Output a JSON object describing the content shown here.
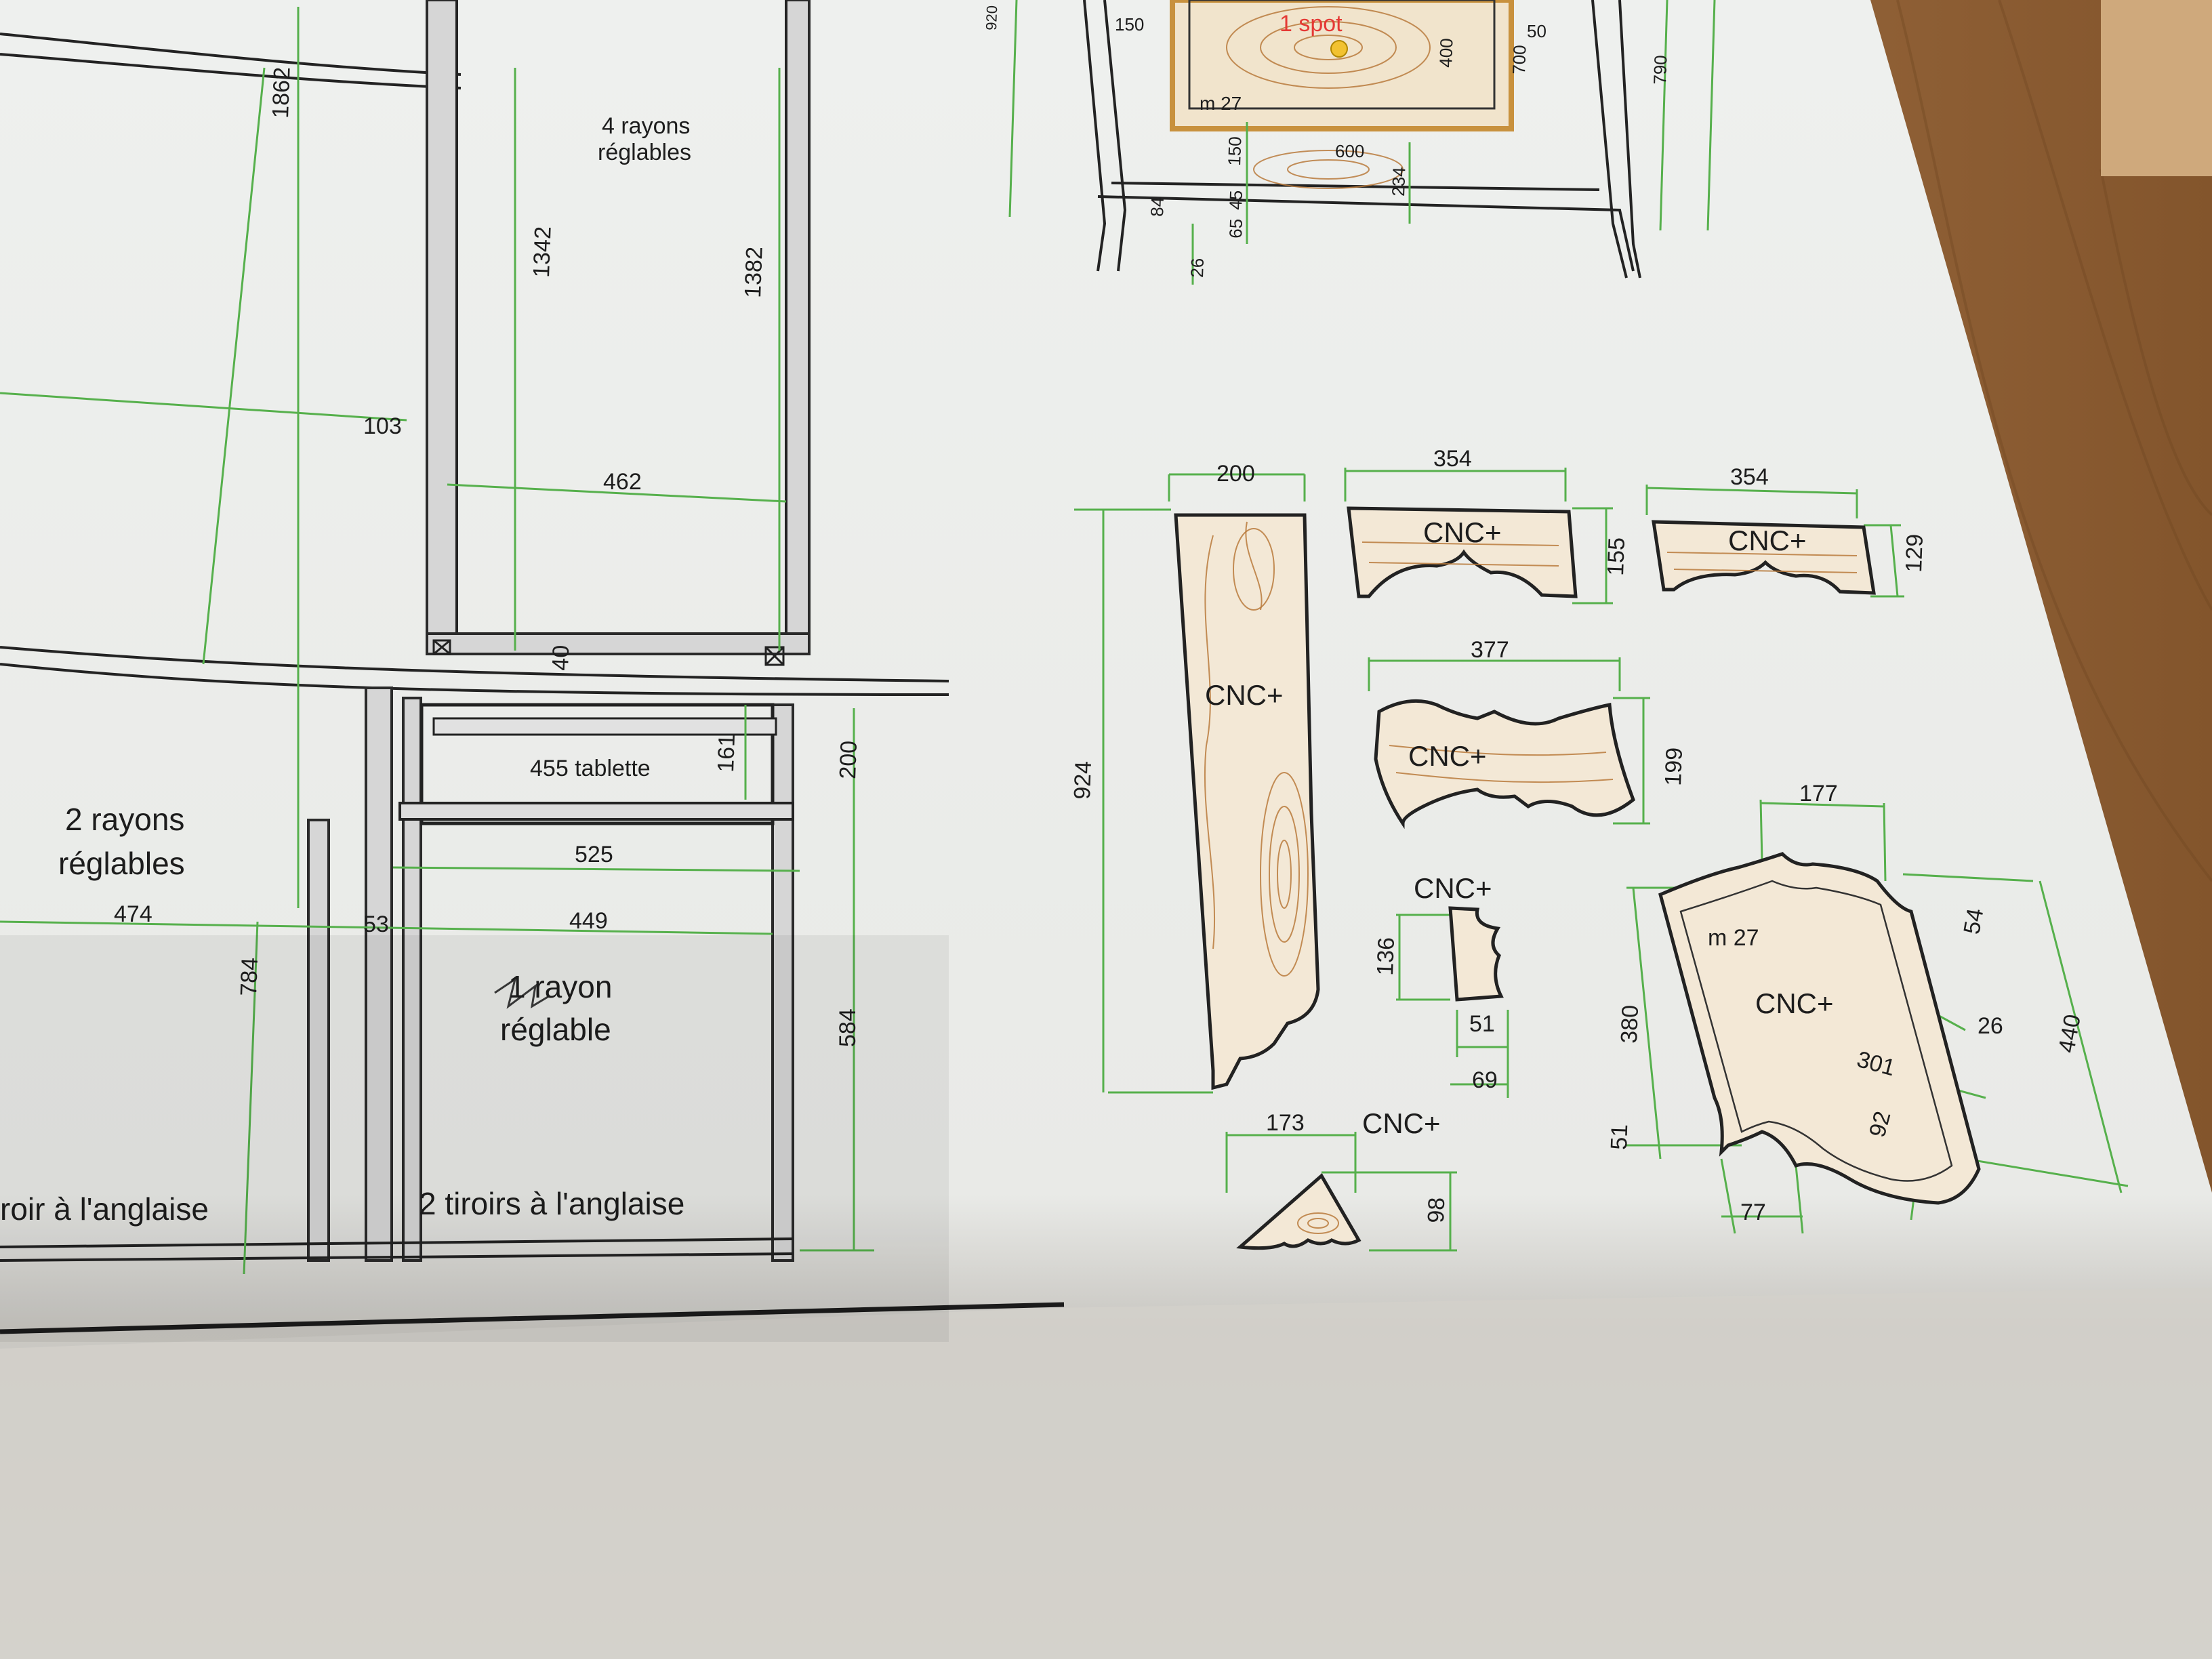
{
  "plan": {
    "left_cabinet": {
      "dims": [
        "1862",
        "103",
        "474",
        "784",
        "53"
      ],
      "labels": [
        "2 rayons",
        "réglables",
        "roir à l'anglaise"
      ]
    },
    "center_cabinet": {
      "dims": [
        "1342",
        "1382",
        "462",
        "40",
        "161",
        "200",
        "525",
        "449",
        "584"
      ],
      "labels": [
        "4 rayons",
        "réglables",
        "455 tablette",
        "1 rayon",
        "réglable",
        "2 tiroirs à l'anglaise"
      ]
    },
    "top_detail": {
      "dims": [
        "920",
        "150",
        "50",
        "400",
        "700",
        "790",
        "150",
        "600",
        "84",
        "45",
        "65",
        "234",
        "26"
      ],
      "labels": [
        "1 spot",
        "m 27"
      ],
      "spot_color": "#e53935"
    }
  },
  "parts": {
    "cnc_label": "CNC+",
    "post": {
      "width": "200",
      "height": "924"
    },
    "rail_a": {
      "width": "354",
      "height": "155"
    },
    "rail_b": {
      "width": "354",
      "height": "129"
    },
    "bracket": {
      "width": "377",
      "height": "199"
    },
    "small_block": {
      "height": "136",
      "depth_a": "51",
      "depth_b": "69"
    },
    "triangle": {
      "width": "173",
      "height": "98"
    },
    "frame": {
      "m_label": "m 27",
      "dims": [
        "177",
        "54",
        "380",
        "26",
        "440",
        "301",
        "92",
        "51",
        "77"
      ]
    }
  },
  "colors": {
    "paper": "#ecedea",
    "dimension_lines": "#56b04c",
    "linework": "#232323",
    "table_wood": "#9a6a3e",
    "spot": "#f2c230"
  }
}
